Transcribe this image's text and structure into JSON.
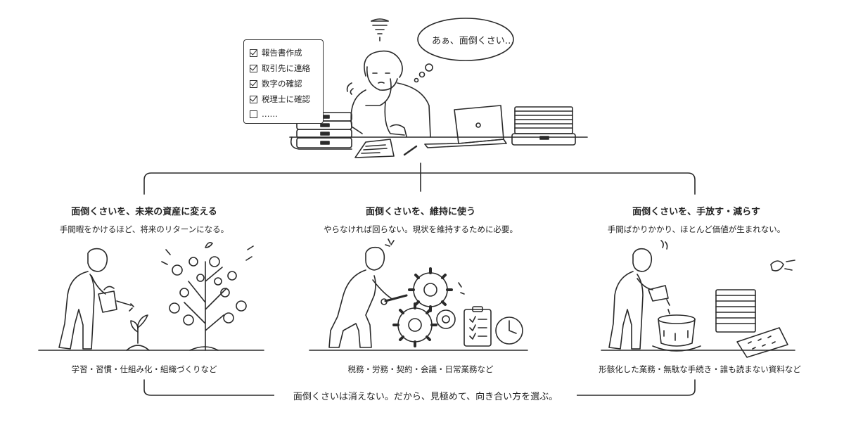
{
  "thought": "あぁ、面倒くさい…",
  "todo": [
    {
      "label": "報告書作成",
      "checked": true
    },
    {
      "label": "取引先に連絡",
      "checked": true
    },
    {
      "label": "数字の確認",
      "checked": true
    },
    {
      "label": "税理士に確認",
      "checked": true
    },
    {
      "label": "……",
      "checked": false
    }
  ],
  "columns": [
    {
      "title": "面倒くさいを、未来の資産に変える",
      "desc": "手間暇をかけるほど、将来のリターンになる。",
      "examples": "学習・習慣・仕組み化・組織づくりなど"
    },
    {
      "title": "面倒くさいを、維持に使う",
      "desc": "やらなければ回らない。現状を維持するために必要。",
      "examples": "税務・労務・契約・会議・日常業務など"
    },
    {
      "title": "面倒くさいを、手放す・減らす",
      "desc": "手間ばかりかかり、ほとんど価値が生まれない。",
      "examples": "形骸化した業務・無駄な手続き・誰も読まない資料など"
    }
  ],
  "footer": "面倒くさいは消えない。だから、見極めて、向き合い方を選ぶ。"
}
